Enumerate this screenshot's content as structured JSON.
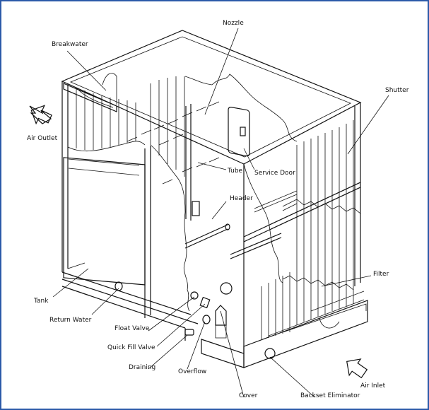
{
  "labels": {
    "nozzle": "Nozzle",
    "breakwater": "Breakwater",
    "shutter": "Shutter",
    "air_outlet": "Air Outlet",
    "tube": "Tube",
    "service_door": "Service Door",
    "header": "Header",
    "filter": "Filter",
    "tank": "Tank",
    "return_water": "Return Water",
    "float_valve": "Float Valve",
    "quick_fill_valve": "Quick Fill Valve",
    "draining": "Draining",
    "overflow": "Overflow",
    "cover": "Cover",
    "air_inlet": "Air Inlet",
    "backset_eliminator": "Backset Eliminator"
  },
  "colors": {
    "frame": "#2b5aa8",
    "ink": "#111111"
  }
}
